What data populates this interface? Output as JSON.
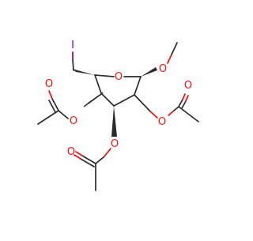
{
  "molecule": {
    "atoms": {
      "ring_oxygen": "O",
      "methoxy_oxygen": "O",
      "iodine": "I",
      "ester_oxygen_c2": "O",
      "carbonyl_oxygen_c2": "O",
      "ester_oxygen_c3": "O",
      "carbonyl_oxygen_c3": "O",
      "ester_oxygen_c4": "O",
      "carbonyl_oxygen_c4": "O"
    }
  },
  "colors": {
    "bond": "#2b2b2b",
    "oxygen": "#ff0d0d",
    "iodine": "#940094",
    "background": "#ffffff"
  }
}
